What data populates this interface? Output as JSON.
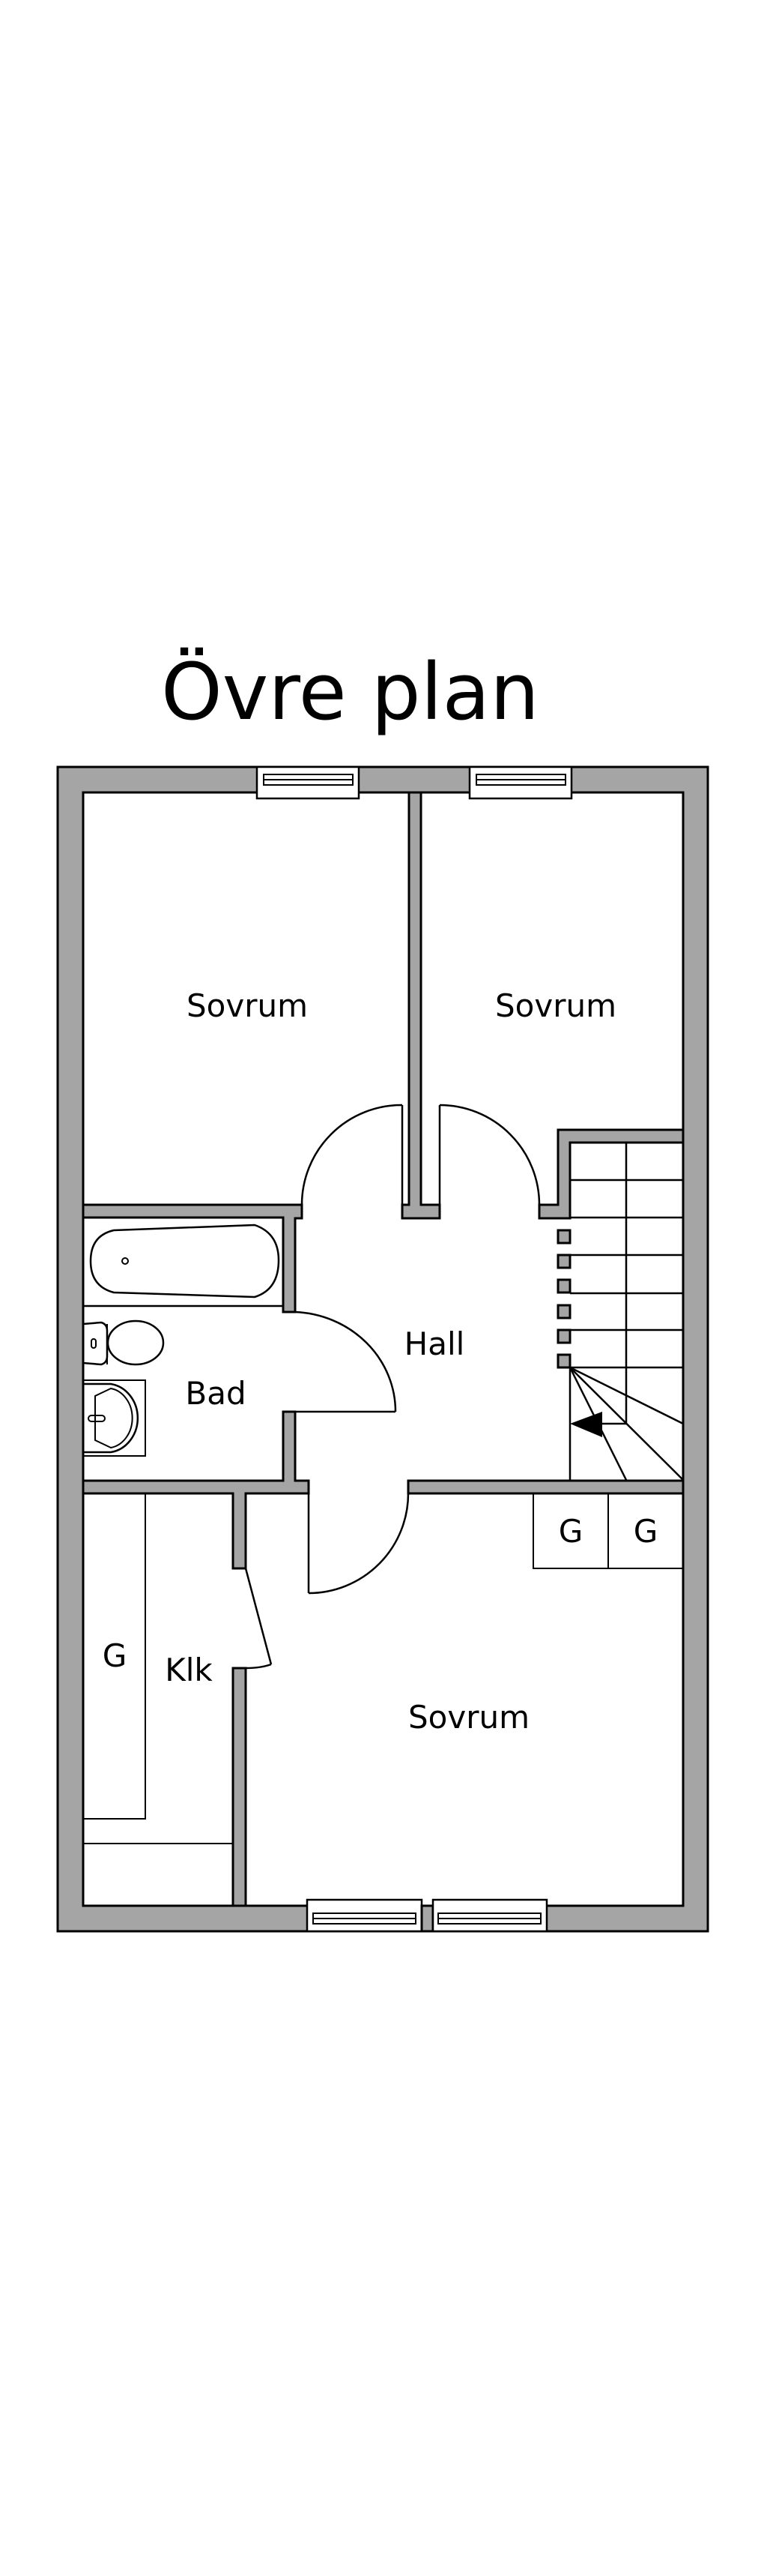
{
  "title": "Övre plan",
  "rooms": {
    "bedroom_top_left": "Sovrum",
    "bedroom_top_right": "Sovrum",
    "hall": "Hall",
    "bathroom": "Bad",
    "walk_in_closet": "Klk",
    "wardrobe_closet": "G",
    "wardrobe_1": "G",
    "wardrobe_2": "G",
    "bedroom_bottom": "Sovrum"
  },
  "colors": {
    "wall": "#a5a5a5",
    "line": "#000000"
  }
}
